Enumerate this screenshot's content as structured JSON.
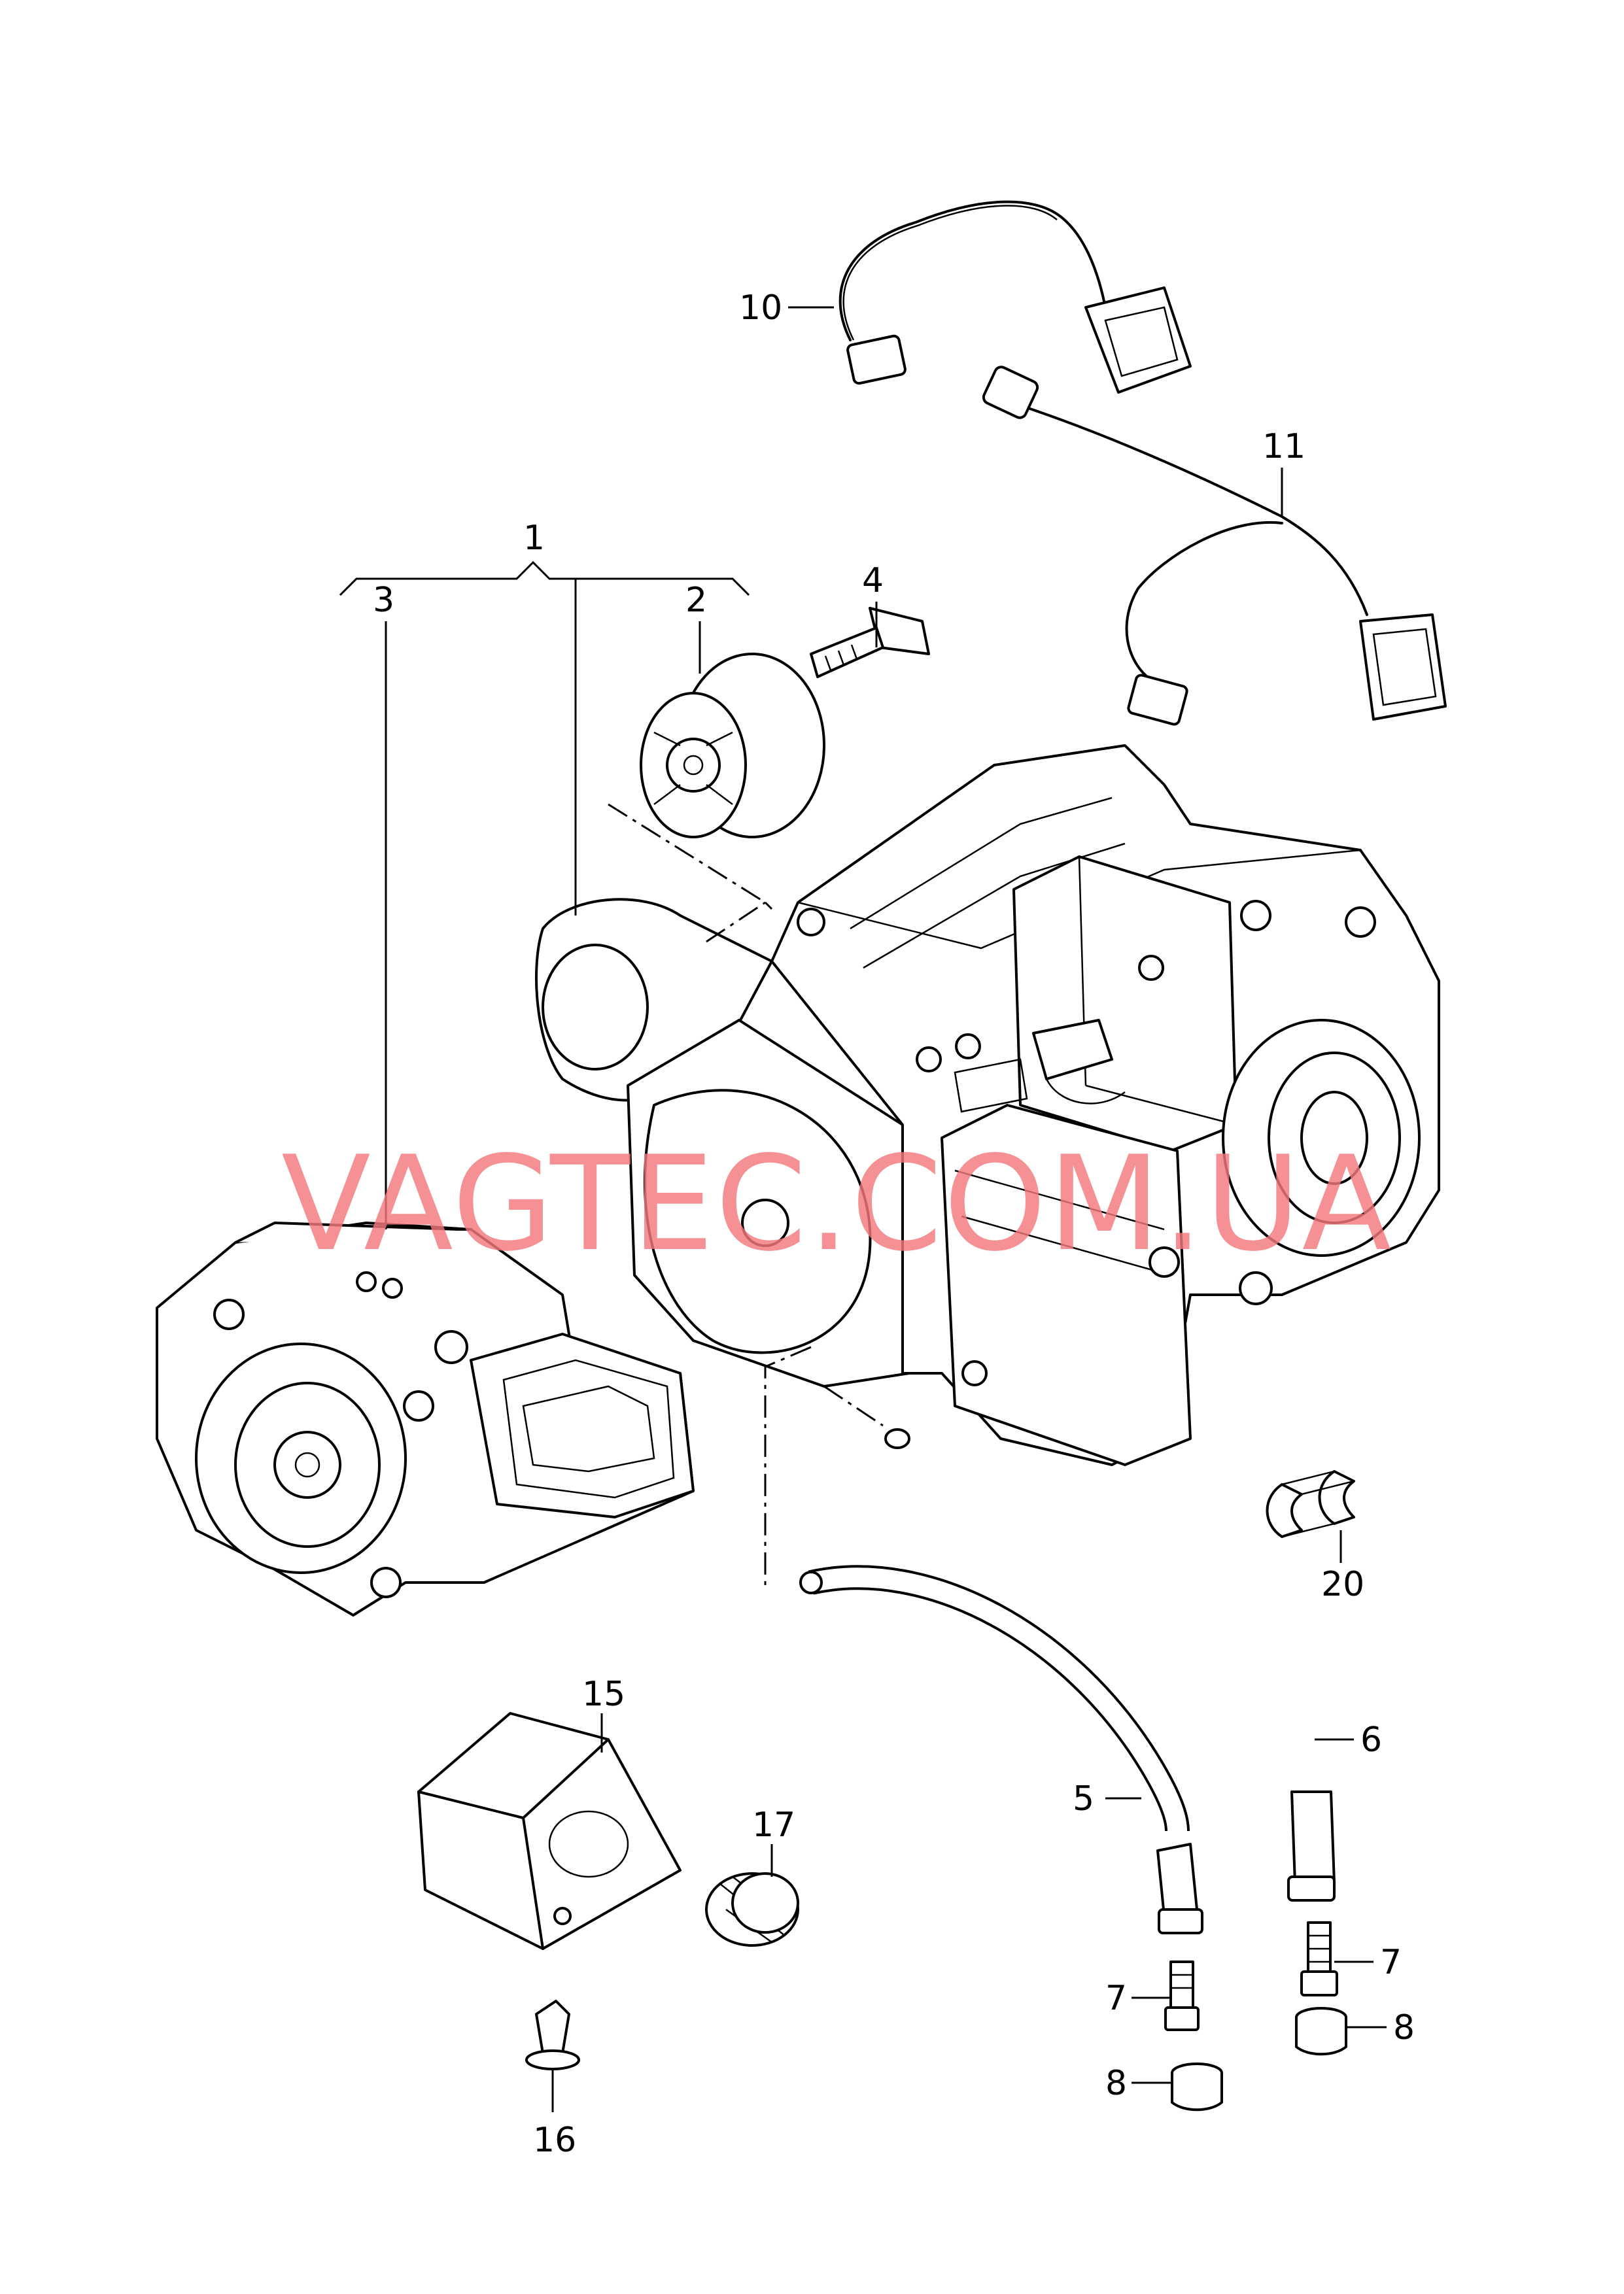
{
  "diagram": {
    "watermark": "VAGTEC.COM.UA",
    "callouts": {
      "c1": "1",
      "c2": "2",
      "c3": "3",
      "c4": "4",
      "c5": "5",
      "c6": "6",
      "c7a": "7",
      "c7b": "7",
      "c8a": "8",
      "c8b": "8",
      "c10": "10",
      "c11": "11",
      "c15": "15",
      "c16": "16",
      "c17": "17",
      "c20": "20"
    }
  }
}
